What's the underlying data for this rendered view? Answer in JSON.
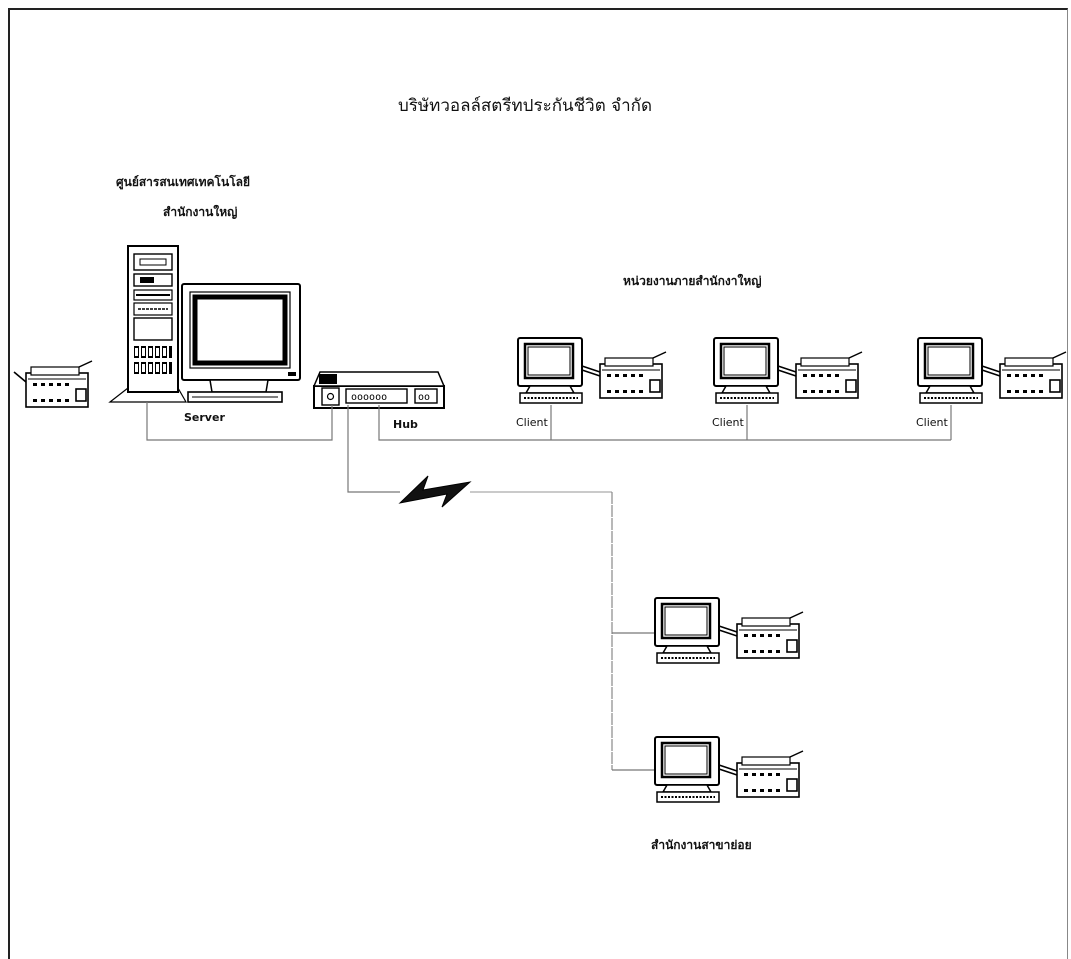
{
  "diagram": {
    "title": "บริษัทวอลล์สตรีทประกันชีวิต จำกัด",
    "hq_line1": "ศูนย์สารสนเทศเทคโนโลยี",
    "hq_line2": "สำนักงานใหญ่",
    "server_label": "Server",
    "hub_label": "Hub",
    "hub_ports": "oooooo",
    "hub_uplink": "oo",
    "dept_label": "หน่วยงานภายสำนักงาใหญ่",
    "clients": [
      {
        "label": "Client"
      },
      {
        "label": "Client"
      },
      {
        "label": "Client"
      }
    ],
    "branch_label": "สำนักงานสาขาย่อย"
  }
}
